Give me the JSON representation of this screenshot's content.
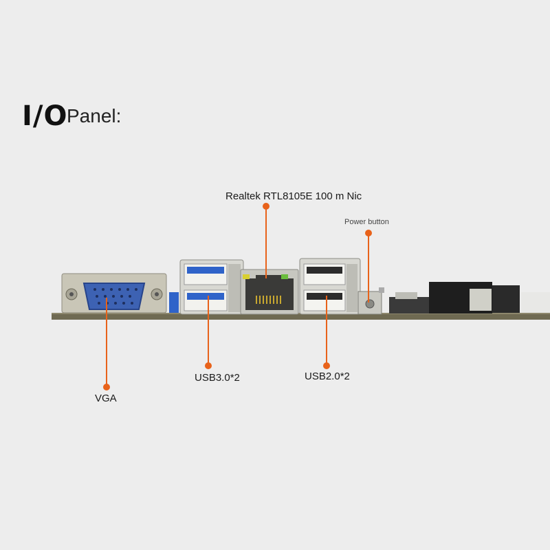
{
  "title": {
    "main": "I/O",
    "sub": "Panel:"
  },
  "callouts": {
    "nic": "Realtek RTL8105E 100 m Nic",
    "power": "Power button",
    "usb3": "USB3.0*2",
    "usb2": "USB2.0*2",
    "vga": "VGA"
  },
  "colors": {
    "background": "#ededed",
    "leader": "#e8621a",
    "vga_port": "#3d62b3",
    "usb3_blue": "#2f63c9",
    "pcb": "#6f6a52"
  },
  "icons": [
    "vga-port",
    "usb3-port",
    "ethernet-port",
    "usb2-port",
    "power-button",
    "connector-header"
  ]
}
